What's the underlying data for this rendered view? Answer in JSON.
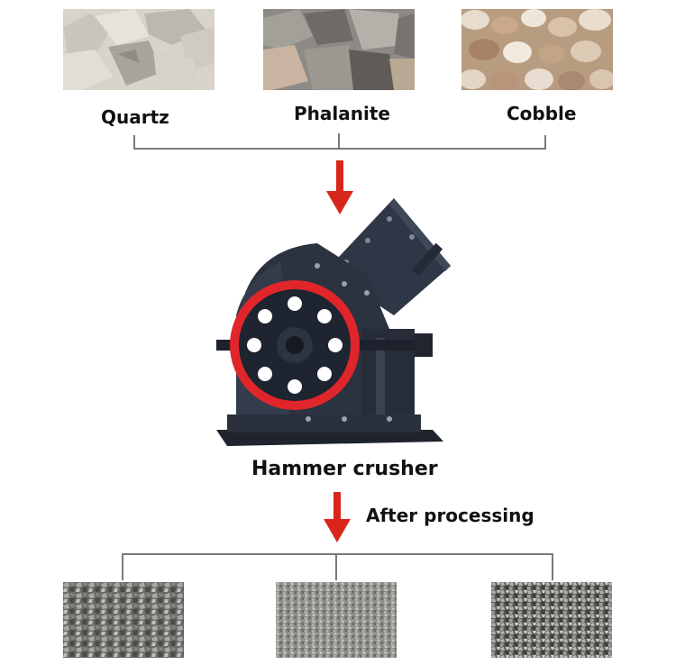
{
  "inputs": [
    {
      "label": "Quartz",
      "icon": "quartz-rock-photo"
    },
    {
      "label": "Phalanite",
      "icon": "phalanite-rock-photo"
    },
    {
      "label": "Cobble",
      "icon": "cobble-stone-photo"
    }
  ],
  "machine": {
    "label": "Hammer crusher",
    "icon": "hammer-crusher-machine"
  },
  "process": {
    "label": "After processing"
  },
  "outputs": [
    {
      "icon": "crushed-aggregate-coarse-photo"
    },
    {
      "icon": "crushed-aggregate-medium-photo"
    },
    {
      "icon": "crushed-aggregate-fine-photo"
    }
  ],
  "colors": {
    "arrow": "#d9261c",
    "connector": "#7a7a7a",
    "machine_body": "#2b3240",
    "rotor_ring": "#e0262a"
  }
}
